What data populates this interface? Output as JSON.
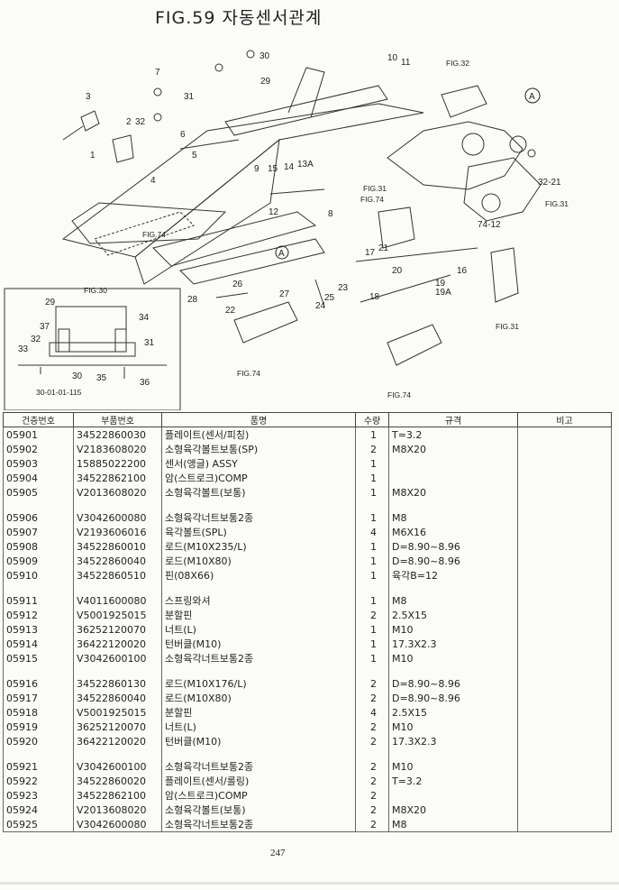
{
  "title": "FIG.59 자동센서관계",
  "diagram": {
    "callouts": [
      "1",
      "2",
      "3",
      "4",
      "5",
      "6",
      "7",
      "8",
      "9",
      "10",
      "11",
      "12",
      "13A",
      "14",
      "15",
      "16",
      "17",
      "18",
      "19",
      "19A",
      "20",
      "21",
      "22",
      "23",
      "24",
      "25",
      "26",
      "27",
      "28",
      "29",
      "30",
      "31",
      "32",
      "32-21",
      "74-12"
    ],
    "fig_refs": [
      "FIG.32",
      "FIG.31",
      "FIG.74",
      "FIG.30",
      "FIG.74",
      "FIG.74",
      "FIG.31",
      "FIG.74",
      "FIG.31"
    ],
    "inset_callouts": [
      "29",
      "37",
      "32",
      "33",
      "34",
      "31",
      "30",
      "35",
      "36"
    ],
    "inset_ref": "30-01-01-115"
  },
  "table": {
    "headers": [
      "건층번호",
      "부품번호",
      "품명",
      "수량",
      "규격",
      "비고"
    ],
    "rows": [
      [
        "05901",
        "34522860030",
        "플레이트(센서/피칭)",
        "1",
        "T=3.2",
        ""
      ],
      [
        "05902",
        "V2183608020",
        "소형육각볼트보통(SP)",
        "2",
        "M8X20",
        ""
      ],
      [
        "05903",
        "15885022200",
        "센서(앵글) ASSY",
        "1",
        "",
        ""
      ],
      [
        "05904",
        "34522862100",
        "암(스트로크)COMP",
        "1",
        "",
        ""
      ],
      [
        "05905",
        "V2013608020",
        "소형육각볼트(보통)",
        "1",
        "M8X20",
        ""
      ],
      null,
      [
        "05906",
        "V3042600080",
        "소형육각너트보통2종",
        "1",
        "M8",
        ""
      ],
      [
        "05907",
        "V2193606016",
        "육각볼트(SPL)",
        "4",
        "M6X16",
        ""
      ],
      [
        "05908",
        "34522860010",
        "로드(M10X235/L)",
        "1",
        "D=8.90~8.96",
        ""
      ],
      [
        "05909",
        "34522860040",
        "로드(M10X80)",
        "1",
        "D=8.90~8.96",
        ""
      ],
      [
        "05910",
        "34522860510",
        "핀(08X66)",
        "1",
        "육각B=12",
        ""
      ],
      null,
      [
        "05911",
        "V4011600080",
        "스프링와셔",
        "1",
        "M8",
        ""
      ],
      [
        "05912",
        "V5001925015",
        "분할핀",
        "2",
        "2.5X15",
        ""
      ],
      [
        "05913",
        "36252120070",
        "너트(L)",
        "1",
        "M10",
        ""
      ],
      [
        "05914",
        "36422120020",
        "턴버클(M10)",
        "1",
        "17.3X2.3",
        ""
      ],
      [
        "05915",
        "V3042600100",
        "소형육각너트보통2종",
        "1",
        "M10",
        ""
      ],
      null,
      [
        "05916",
        "34522860130",
        "로드(M10X176/L)",
        "2",
        "D=8.90~8.96",
        ""
      ],
      [
        "05917",
        "34522860040",
        "로드(M10X80)",
        "2",
        "D=8.90~8.96",
        ""
      ],
      [
        "05918",
        "V5001925015",
        "분할핀",
        "4",
        "2.5X15",
        ""
      ],
      [
        "05919",
        "36252120070",
        "너트(L)",
        "2",
        "M10",
        ""
      ],
      [
        "05920",
        "36422120020",
        "턴버클(M10)",
        "2",
        "17.3X2.3",
        ""
      ],
      null,
      [
        "05921",
        "V3042600100",
        "소형육각너트보통2종",
        "2",
        "M10",
        ""
      ],
      [
        "05922",
        "34522860020",
        "플레이트(센서/롤링)",
        "2",
        "T=3.2",
        ""
      ],
      [
        "05923",
        "34522862100",
        "암(스트로크)COMP",
        "2",
        "",
        ""
      ],
      [
        "05924",
        "V2013608020",
        "소형육각볼트(보통)",
        "2",
        "M8X20",
        ""
      ],
      [
        "05925",
        "V3042600080",
        "소형육각너트보통2종",
        "2",
        "M8",
        ""
      ]
    ]
  },
  "page_number": "247"
}
